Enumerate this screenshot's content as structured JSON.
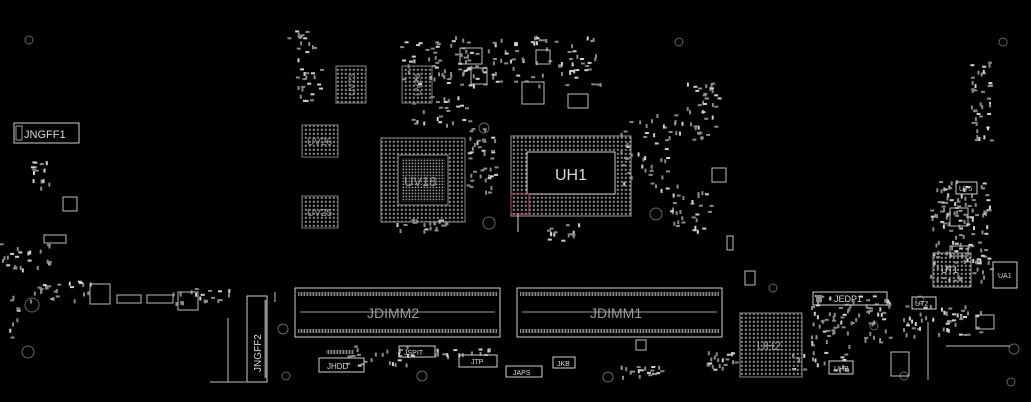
{
  "components": {
    "jngff1": "JNGFF1",
    "jngff2": "JNGFF2",
    "uv23": "UV23",
    "uv24": "UV24",
    "uv26": "UV26",
    "uv25": "UV25",
    "uv18": "UV18",
    "uh1": "UH1",
    "jdimm2": "JDIMM2",
    "jdimm1": "JDIMM1",
    "uh2": "UH2",
    "jedp1": "JEDP1",
    "ut5": "UT5",
    "ut1": "UT1",
    "ua1": "UA1",
    "ut2": "UT2",
    "uhb": "UHB",
    "jspit": "JSPIT",
    "jtp": "JTP",
    "jhdd": "JHDD",
    "japs": "JAPS",
    "jkb": "JKB"
  },
  "colors": {
    "background": "#000000",
    "outline": "#d0d0d0",
    "pads": "#8a8a8a",
    "highlight": "#d04060"
  }
}
